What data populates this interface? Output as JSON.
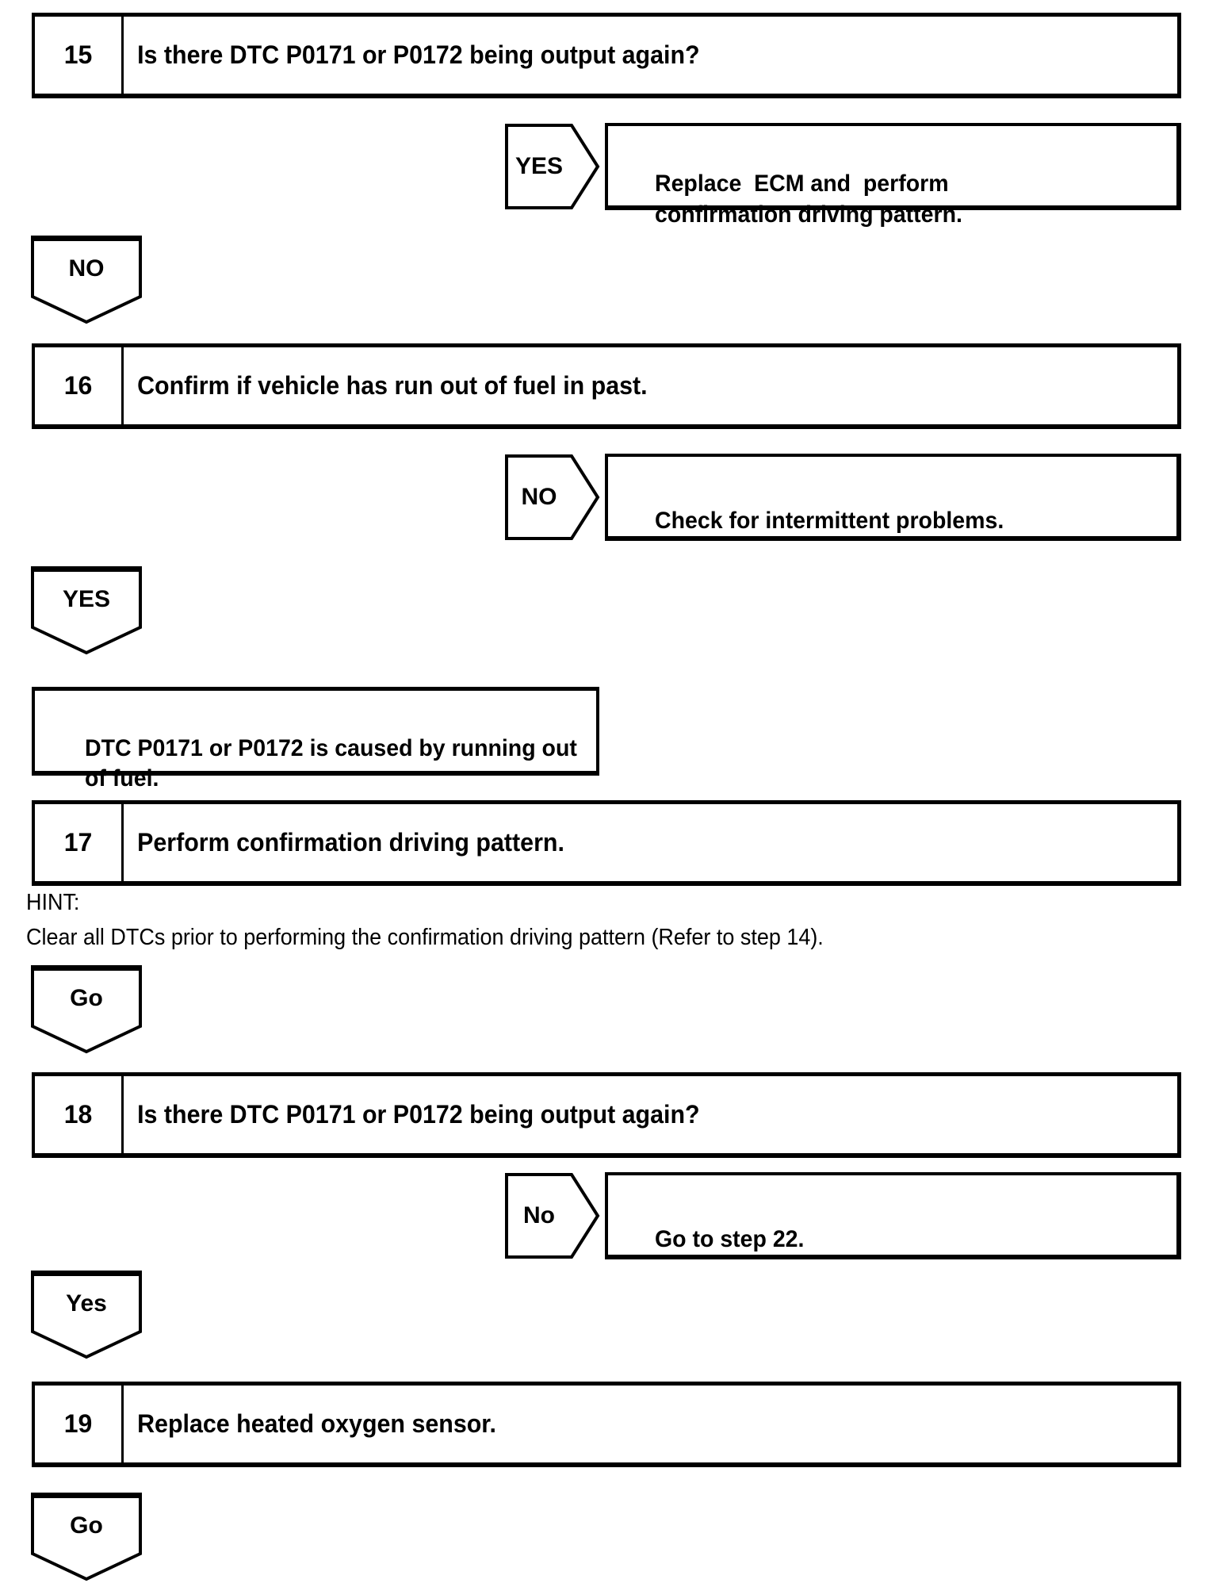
{
  "colors": {
    "ink": "#000000",
    "paper": "#ffffff"
  },
  "flow": {
    "steps": [
      {
        "number": "15",
        "title": "Is there DTC P0171 or P0172 being output again?"
      },
      {
        "number": "16",
        "title": "Confirm if vehicle has run out of fuel in past."
      },
      {
        "number": "17",
        "title": "Perform confirmation driving pattern."
      },
      {
        "number": "18",
        "title": "Is there DTC P0171 or P0172 being output again?"
      },
      {
        "number": "19",
        "title": "Replace heated oxygen sensor."
      }
    ],
    "branches": [
      {
        "label": "YES",
        "result": "Replace  ECM and  perform\nconfirmation driving pattern."
      },
      {
        "label": "NO",
        "result": "Check for intermittent problems."
      },
      {
        "label": "No",
        "result": "Go to step 22."
      }
    ],
    "connectors": [
      {
        "label": "NO"
      },
      {
        "label": "YES"
      },
      {
        "label": "Go"
      },
      {
        "label": "Yes"
      },
      {
        "label": "Go"
      }
    ],
    "conclusion": "DTC P0171 or P0172 is caused by running out\nof fuel.",
    "hint": {
      "label": "HINT:",
      "text": "Clear all DTCs prior to performing the confirmation driving pattern (Refer to step 14)."
    }
  }
}
